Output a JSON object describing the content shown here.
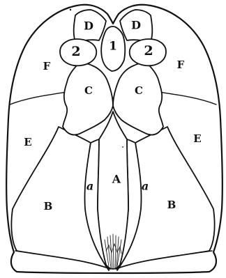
{
  "labels": {
    "D_left": "D",
    "D_right": "D",
    "num_1": "1",
    "num_2_left": "2",
    "num_2_right": "2",
    "F_left": "F",
    "F_right": "F",
    "C_left": "C",
    "C_right": "C",
    "E_left": "E",
    "E_right": "E",
    "A": "A",
    "a_left": "a",
    "a_right": "a",
    "B_left": "B",
    "B_right": "B"
  },
  "colors": {
    "ink": "#111111",
    "paper": "#ffffff"
  }
}
